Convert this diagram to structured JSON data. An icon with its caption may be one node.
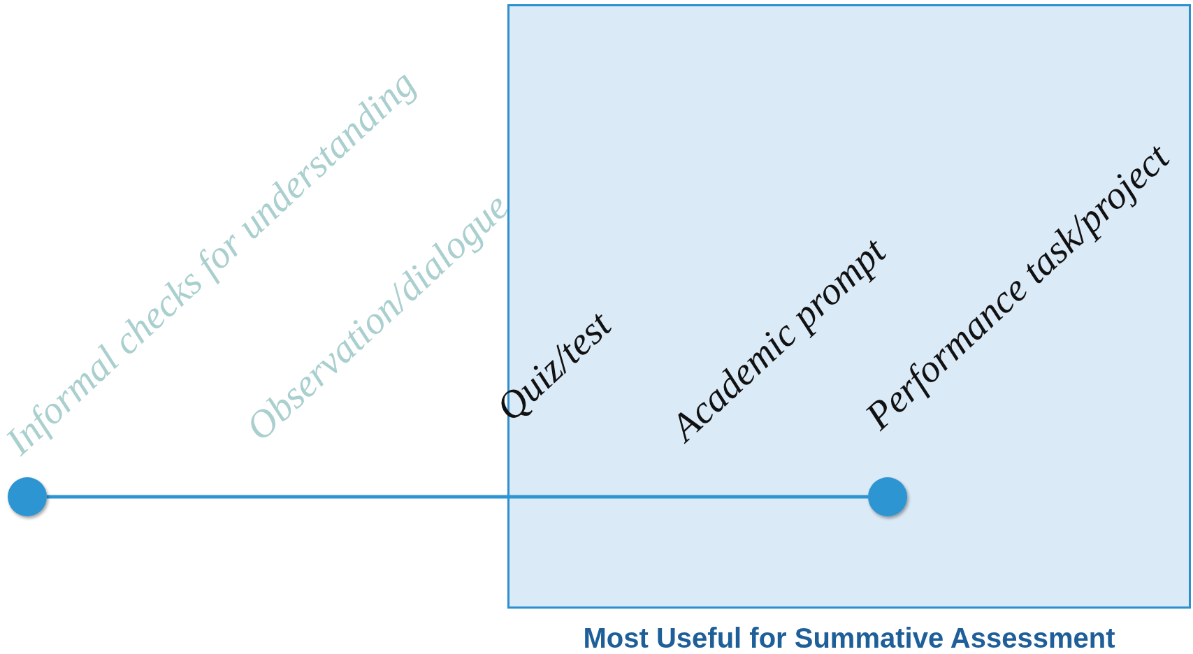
{
  "diagram": {
    "nodes": [
      {
        "text": [
          "Most Useful for Summative Assessment"
        ]
      },
      {
        "text": [],
        "shape": "circle"
      },
      {
        "text": [],
        "shape": "circle",
        "in": 0
      }
    ],
    "edges": [
      {
        "from": 1,
        "to": 2,
        "arrow": "none"
      }
    ],
    "labels": [
      "Informal checks for understanding",
      "Observation/dialogue",
      "Quiz/test",
      "Academic prompt",
      "Performance task/project"
    ]
  }
}
